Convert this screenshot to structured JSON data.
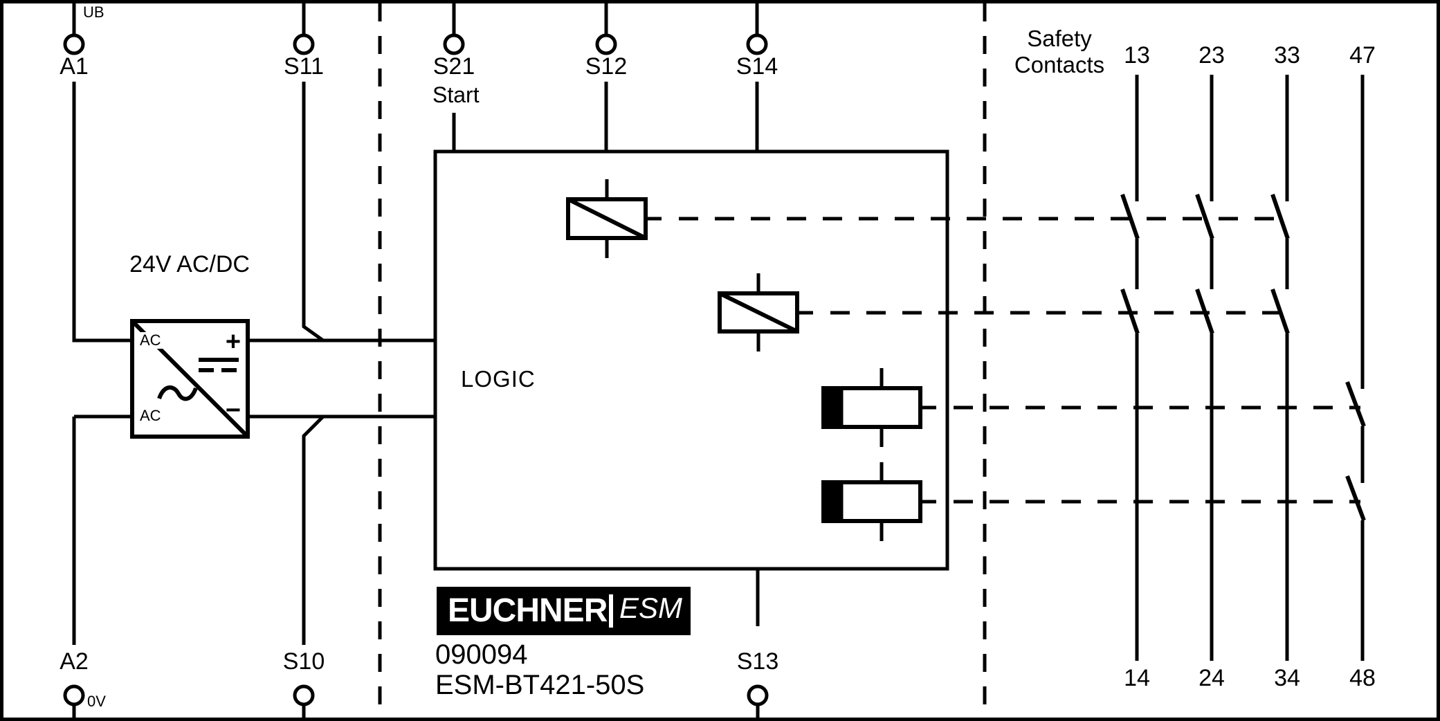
{
  "diagram": {
    "background": "#ffffff",
    "line_color": "#000000",
    "terminals": {
      "ub": "UB",
      "a1": "A1",
      "s11": "S11",
      "s21": "S21",
      "s12": "S12",
      "s14": "S14",
      "a2": "A2",
      "zero_v": "0V",
      "s10": "S10",
      "s13": "S13",
      "start": "Start"
    },
    "power_supply": {
      "label": "24V AC/DC",
      "input_top": "AC",
      "input_bottom": "AC",
      "output_plus": "+",
      "output_minus": "−"
    },
    "logic_block": {
      "label": "LOGIC"
    },
    "safety_contacts": {
      "heading_line1": "Safety",
      "heading_line2": "Contacts",
      "top": [
        "13",
        "23",
        "33",
        "47"
      ],
      "bottom": [
        "14",
        "24",
        "34",
        "48"
      ]
    },
    "title_block": {
      "brand": "EUCHNER",
      "division": "ESM",
      "part_number": "090094",
      "model": "ESM-BT421-50S",
      "logo_bg": "#000000",
      "logo_fg": "#ffffff"
    }
  }
}
